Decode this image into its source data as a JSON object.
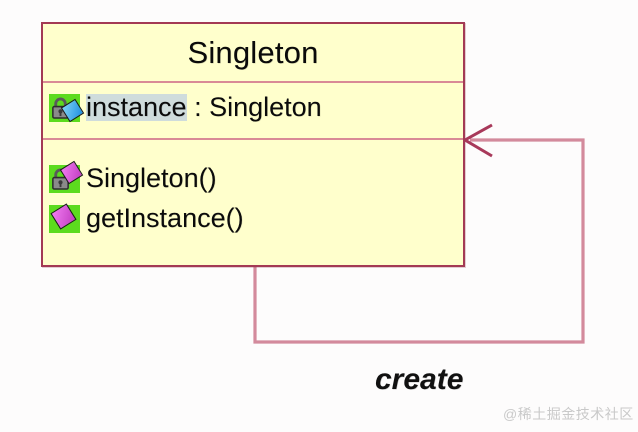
{
  "diagram": {
    "type": "uml-class-diagram",
    "background_color": "#fdfcfc",
    "class": {
      "name": "Singleton",
      "fill_color": "#ffffcc",
      "border_color": "#a33a54",
      "divider_color": "#d98a96",
      "fields": [
        {
          "icon": "private-field-icon",
          "icon_badge": "blue-diamond",
          "icon_lock": "lock-icon",
          "icon_background": "#5cdb1e",
          "visibility": "private",
          "name": "instance",
          "name_highlighted": true,
          "highlight_color": "#cfdcdc",
          "separator": " : ",
          "type": "Singleton"
        }
      ],
      "methods": [
        {
          "icon": "private-method-icon",
          "icon_badge": "magenta-diamond",
          "icon_lock": "lock-icon",
          "icon_background": "#5cdb1e",
          "visibility": "private",
          "signature": "Singleton()"
        },
        {
          "icon": "public-method-icon",
          "icon_badge": "magenta-diamond",
          "icon_lock": null,
          "icon_background": "#5cdb1e",
          "visibility": "public",
          "signature": "getInstance()"
        }
      ]
    },
    "relationship": {
      "label": "create",
      "kind": "self-association",
      "line_color": "#d38a9c",
      "arrowhead_color": "#a8395a",
      "arrowhead_style": "open"
    },
    "watermark": "@稀土掘金技术社区"
  }
}
